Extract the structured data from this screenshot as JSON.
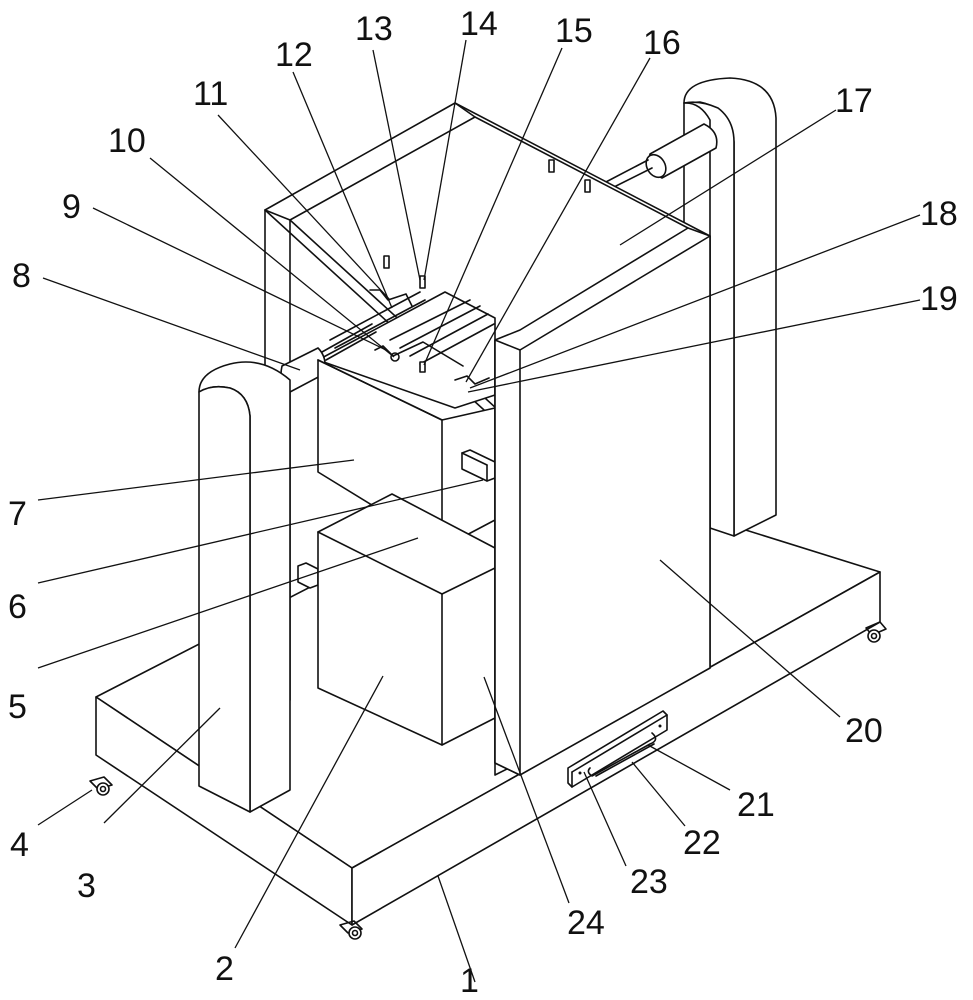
{
  "figure": {
    "type": "patent-isometric-drawing",
    "line_color": "#111111",
    "background": "#ffffff"
  },
  "labels": [
    {
      "id": "1",
      "text": "1"
    },
    {
      "id": "2",
      "text": "2"
    },
    {
      "id": "3",
      "text": "3"
    },
    {
      "id": "4",
      "text": "4"
    },
    {
      "id": "5",
      "text": "5"
    },
    {
      "id": "6",
      "text": "6"
    },
    {
      "id": "7",
      "text": "7"
    },
    {
      "id": "8",
      "text": "8"
    },
    {
      "id": "9",
      "text": "9"
    },
    {
      "id": "10",
      "text": "10"
    },
    {
      "id": "11",
      "text": "11"
    },
    {
      "id": "12",
      "text": "12"
    },
    {
      "id": "13",
      "text": "13"
    },
    {
      "id": "14",
      "text": "14"
    },
    {
      "id": "15",
      "text": "15"
    },
    {
      "id": "16",
      "text": "16"
    },
    {
      "id": "17",
      "text": "17"
    },
    {
      "id": "18",
      "text": "18"
    },
    {
      "id": "19",
      "text": "19"
    },
    {
      "id": "20",
      "text": "20"
    },
    {
      "id": "21",
      "text": "21"
    },
    {
      "id": "22",
      "text": "22"
    },
    {
      "id": "23",
      "text": "23"
    },
    {
      "id": "24",
      "text": "24"
    }
  ]
}
